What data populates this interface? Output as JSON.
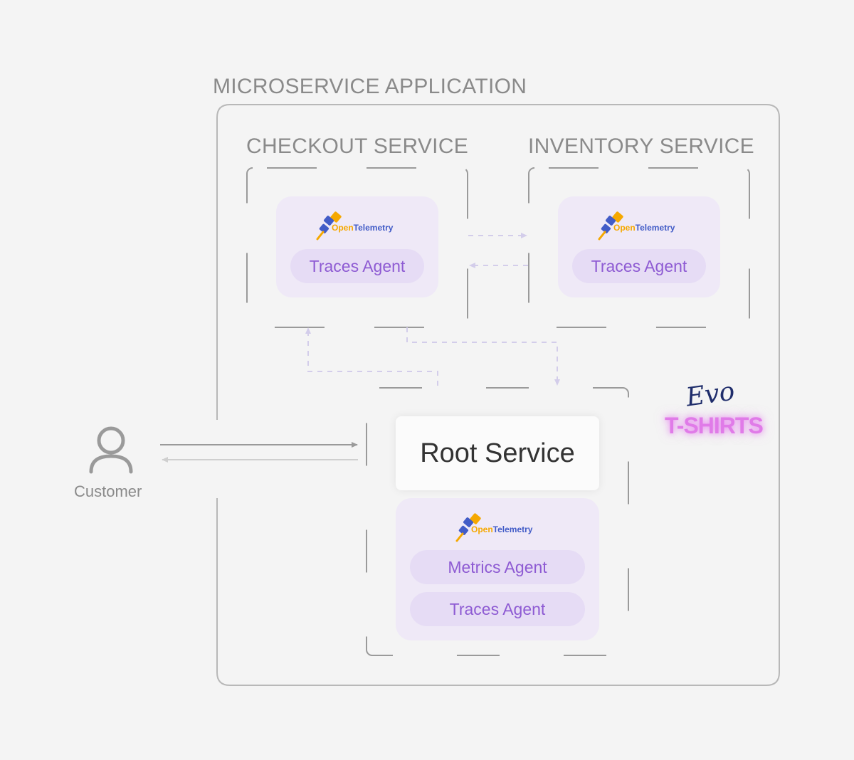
{
  "diagram": {
    "title": "MICROSERVICE APPLICATION",
    "checkout_service": {
      "title": "CHECKOUT SERVICE",
      "logo": {
        "word_open": "Open",
        "word_telemetry": "Telemetry"
      },
      "agents": [
        "Traces Agent"
      ]
    },
    "inventory_service": {
      "title": "INVENTORY SERVICE",
      "logo": {
        "word_open": "Open",
        "word_telemetry": "Telemetry"
      },
      "agents": [
        "Traces Agent"
      ]
    },
    "root_service": {
      "label": "Root Service",
      "logo": {
        "word_open": "Open",
        "word_telemetry": "Telemetry"
      },
      "agents": [
        "Metrics Agent",
        "Traces Agent"
      ]
    },
    "customer": {
      "label": "Customer",
      "icon": "user-icon"
    },
    "brand": {
      "script": "Evo",
      "name": "T-SHIRTS"
    },
    "colors": {
      "accent": "#8e5bd3",
      "pill": "#e6dcf5",
      "panel": "#efe9f7",
      "otel_orange": "#f5a800",
      "otel_blue": "#425cc7",
      "line": "#b8b8b8",
      "dashed_link": "#d3cdea"
    }
  }
}
